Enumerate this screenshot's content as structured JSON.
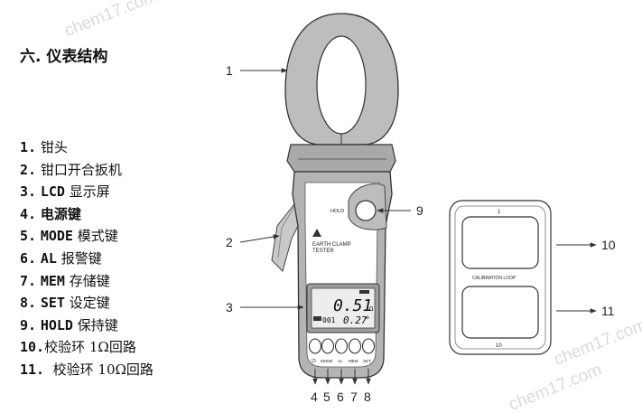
{
  "heading": "六. 仪表结构",
  "parts": [
    {
      "num": "1.",
      "code": "",
      "name": "钳头"
    },
    {
      "num": "2.",
      "code": "",
      "name": "钳口开合扳机"
    },
    {
      "num": "3.",
      "code": "LCD",
      "name": "显示屏"
    },
    {
      "num": "4.",
      "code": "",
      "name": "电源键"
    },
    {
      "num": "5.",
      "code": "MODE",
      "name": "模式键"
    },
    {
      "num": "6.",
      "code": "AL",
      "name": "报警键"
    },
    {
      "num": "7.",
      "code": "MEM",
      "name": "存储键"
    },
    {
      "num": "8.",
      "code": "SET",
      "name": "设定键"
    },
    {
      "num": "9.",
      "code": "HOLD",
      "name": "保持键"
    },
    {
      "num": "10.",
      "code": "",
      "name": "校验环 1Ω回路"
    },
    {
      "num": "11.",
      "code": "",
      "name": "校验环 10Ω回路"
    }
  ],
  "device": {
    "brand_line1": "EARTH CLAMP",
    "brand_line2": "TESTER",
    "hold_label": "HOLD",
    "lcd_main": "0.51",
    "lcd_main_unit": "Ω",
    "lcd_sub_left": "001",
    "lcd_sub_right": "0.27",
    "lcd_sub_unit": "mA",
    "key_labels": [
      "⏻",
      "MODE",
      "AL",
      "MEM",
      "SET"
    ]
  },
  "callouts": {
    "c1": "1",
    "c2": "2",
    "c3": "3",
    "c4": "4",
    "c5": "5",
    "c6": "6",
    "c7": "7",
    "c8": "8",
    "c9": "9",
    "c10": "10",
    "c11": "11"
  },
  "loop": {
    "top_number": "1",
    "middle_label": "CALIBRATION LOOP",
    "bottom_number": "10"
  },
  "watermarks": [
    "chem17.com",
    "chem17.com",
    "chem17.com"
  ]
}
